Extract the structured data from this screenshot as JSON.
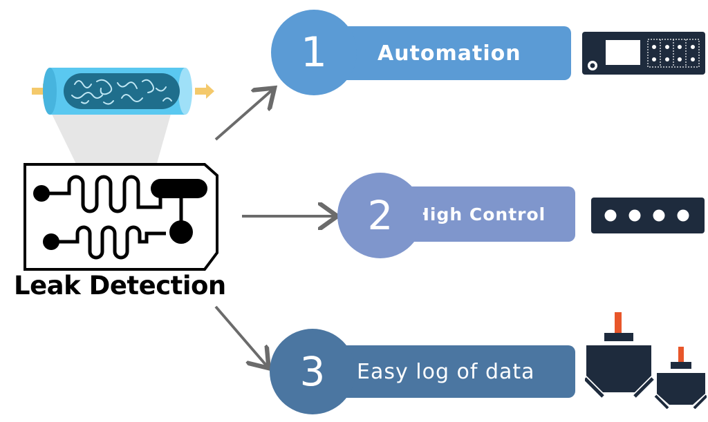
{
  "title": "Leak Detection",
  "colors": {
    "step1": "#5b9bd5",
    "step2": "#7f96cc",
    "step3": "#4b76a1",
    "device": "#1e2b3d",
    "nozzle_tip": "#e8562a",
    "tube": "#5ac8f0",
    "chip_line": "#000000",
    "arrow": "#6b6b6b",
    "flow_arrow": "#f4c96b"
  },
  "steps": [
    {
      "number": "1",
      "label": "Automation",
      "device_icon": "controller-panel-icon"
    },
    {
      "number": "2",
      "label": "High Control",
      "device_icon": "four-valve-bar-icon"
    },
    {
      "number": "3",
      "label": "Easy log of data",
      "device_icon": "sensor-nozzle-icons"
    }
  ],
  "icons": [
    "microfluidic-tube-icon",
    "microfluidic-chip-icon",
    "flow-arrow-icon"
  ]
}
